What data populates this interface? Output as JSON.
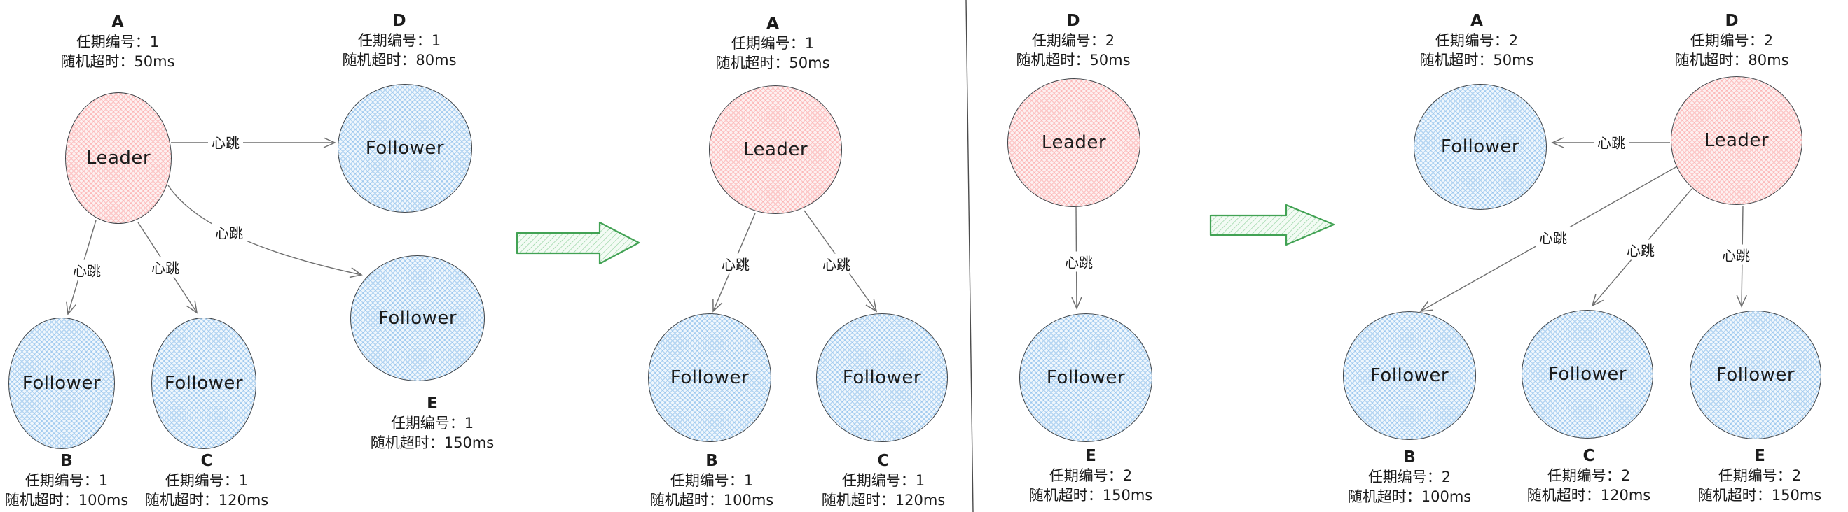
{
  "diagram": "raft-leader-election",
  "colors": {
    "leader_fill": "#ffc9c9",
    "follower_fill": "#a5d8ff",
    "node_stroke": "#41464b",
    "heartbeat_arrow": "#6f6f6f",
    "transition_arrow": "#42a254",
    "text": "#1e1e1e"
  },
  "panels": [
    {
      "name": "panel-1",
      "nodes": [
        {
          "id": "A",
          "role": "Leader",
          "letter": "A",
          "term": "任期编号：1",
          "timeout": "随机超时：50ms"
        },
        {
          "id": "D",
          "role": "Follower",
          "letter": "D",
          "term": "任期编号：1",
          "timeout": "随机超时：80ms"
        },
        {
          "id": "B",
          "role": "Follower",
          "letter": "B",
          "term": "任期编号：1",
          "timeout": "随机超时：100ms"
        },
        {
          "id": "C",
          "role": "Follower",
          "letter": "C",
          "term": "任期编号：1",
          "timeout": "随机超时：120ms"
        },
        {
          "id": "E",
          "role": "Follower",
          "letter": "E",
          "term": "任期编号：1",
          "timeout": "随机超时：150ms"
        }
      ],
      "edges": [
        {
          "from": "A",
          "to": "D",
          "label": "心跳"
        },
        {
          "from": "A",
          "to": "B",
          "label": "心跳"
        },
        {
          "from": "A",
          "to": "C",
          "label": "心跳"
        },
        {
          "from": "A",
          "to": "E",
          "label": "心跳"
        }
      ]
    },
    {
      "name": "panel-2",
      "nodes": [
        {
          "id": "A",
          "role": "Leader",
          "letter": "A",
          "term": "任期编号：1",
          "timeout": "随机超时：50ms"
        },
        {
          "id": "B",
          "role": "Follower",
          "letter": "B",
          "term": "任期编号：1",
          "timeout": "随机超时：100ms"
        },
        {
          "id": "C",
          "role": "Follower",
          "letter": "C",
          "term": "任期编号：1",
          "timeout": "随机超时：120ms"
        }
      ],
      "edges": [
        {
          "from": "A",
          "to": "B",
          "label": "心跳"
        },
        {
          "from": "A",
          "to": "C",
          "label": "心跳"
        }
      ]
    },
    {
      "name": "panel-3",
      "nodes": [
        {
          "id": "D",
          "role": "Leader",
          "letter": "D",
          "term": "任期编号：2",
          "timeout": "随机超时：50ms"
        },
        {
          "id": "E",
          "role": "Follower",
          "letter": "E",
          "term": "任期编号：2",
          "timeout": "随机超时：150ms"
        }
      ],
      "edges": [
        {
          "from": "D",
          "to": "E",
          "label": "心跳"
        }
      ]
    },
    {
      "name": "panel-4",
      "nodes": [
        {
          "id": "A",
          "role": "Follower",
          "letter": "A",
          "term": "任期编号：2",
          "timeout": "随机超时：50ms"
        },
        {
          "id": "D",
          "role": "Leader",
          "letter": "D",
          "term": "任期编号：2",
          "timeout": "随机超时：80ms"
        },
        {
          "id": "B",
          "role": "Follower",
          "letter": "B",
          "term": "任期编号：2",
          "timeout": "随机超时：100ms"
        },
        {
          "id": "C",
          "role": "Follower",
          "letter": "C",
          "term": "任期编号：2",
          "timeout": "随机超时：120ms"
        },
        {
          "id": "E",
          "role": "Follower",
          "letter": "E",
          "term": "任期编号：2",
          "timeout": "随机超时：150ms"
        }
      ],
      "edges": [
        {
          "from": "D",
          "to": "A",
          "label": "心跳"
        },
        {
          "from": "D",
          "to": "B",
          "label": "心跳"
        },
        {
          "from": "D",
          "to": "C",
          "label": "心跳"
        },
        {
          "from": "D",
          "to": "E",
          "label": "心跳"
        }
      ]
    }
  ]
}
